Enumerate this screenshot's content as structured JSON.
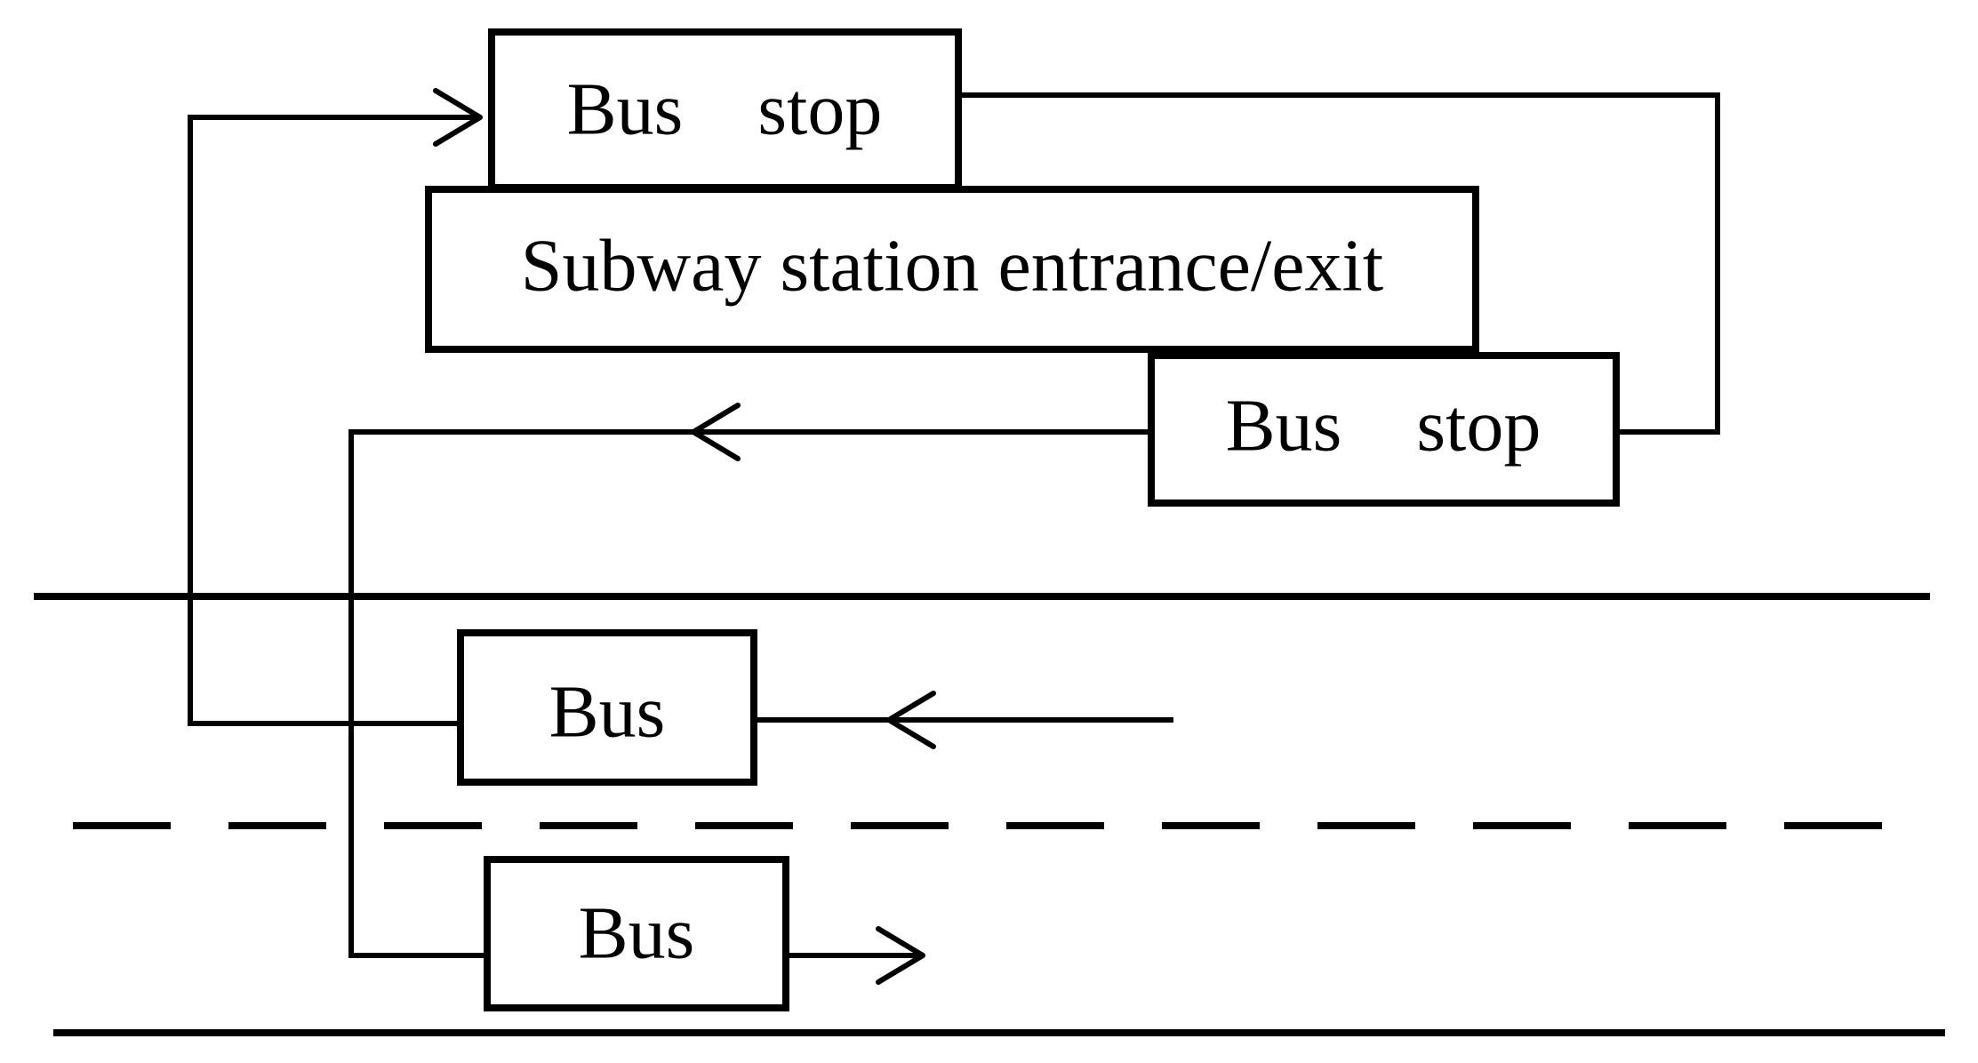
{
  "diagram": {
    "colors": {
      "stroke": "#000000",
      "background": "#ffffff"
    },
    "nodes": {
      "bus_stop_top": "Bus    stop",
      "subway_station": "Subway station entrance/exit",
      "bus_stop_right": "Bus    stop",
      "bus_upper_lane": "Bus",
      "bus_lower_lane": "Bus"
    },
    "edges": [
      {
        "from": "bus_upper_lane",
        "to": "bus_stop_top"
      },
      {
        "from": "bus_stop_top",
        "to": "bus_stop_right"
      },
      {
        "from": "bus_stop_right",
        "to": "bus_lower_lane"
      }
    ]
  }
}
